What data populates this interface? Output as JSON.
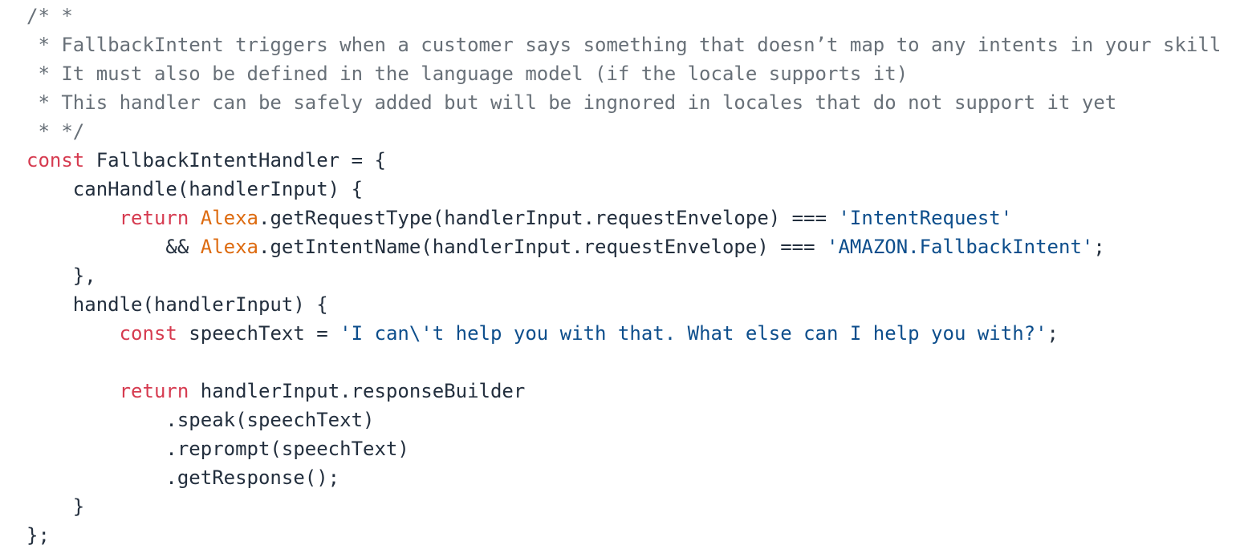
{
  "colors": {
    "background": "#ffffff",
    "default_text": "#232f3e",
    "comment": "#687078",
    "keyword": "#d63b50",
    "support_class": "#dd6b10",
    "string": "#0d4e8c"
  },
  "code": {
    "language": "javascript",
    "lines": [
      {
        "tokens": [
          {
            "type": "comment",
            "text": "/* *"
          }
        ]
      },
      {
        "tokens": [
          {
            "type": "comment",
            "text": " * FallbackIntent triggers when a customer says something that doesn’t map to any intents in your skill"
          }
        ]
      },
      {
        "tokens": [
          {
            "type": "comment",
            "text": " * It must also be defined in the language model (if the locale supports it)"
          }
        ]
      },
      {
        "tokens": [
          {
            "type": "comment",
            "text": " * This handler can be safely added but will be ingnored in locales that do not support it yet"
          }
        ]
      },
      {
        "tokens": [
          {
            "type": "comment",
            "text": " * */"
          }
        ]
      },
      {
        "tokens": [
          {
            "type": "keyword",
            "text": "const"
          },
          {
            "type": "default",
            "text": " FallbackIntentHandler = {"
          }
        ]
      },
      {
        "tokens": [
          {
            "type": "default",
            "text": "    canHandle(handlerInput) {"
          }
        ]
      },
      {
        "tokens": [
          {
            "type": "default",
            "text": "        "
          },
          {
            "type": "keyword",
            "text": "return"
          },
          {
            "type": "default",
            "text": " "
          },
          {
            "type": "class",
            "text": "Alexa"
          },
          {
            "type": "default",
            "text": ".getRequestType(handlerInput.requestEnvelope) === "
          },
          {
            "type": "string",
            "text": "'IntentRequest'"
          }
        ]
      },
      {
        "tokens": [
          {
            "type": "default",
            "text": "            && "
          },
          {
            "type": "class",
            "text": "Alexa"
          },
          {
            "type": "default",
            "text": ".getIntentName(handlerInput.requestEnvelope) === "
          },
          {
            "type": "string",
            "text": "'AMAZON.FallbackIntent'"
          },
          {
            "type": "default",
            "text": ";"
          }
        ]
      },
      {
        "tokens": [
          {
            "type": "default",
            "text": "    },"
          }
        ]
      },
      {
        "tokens": [
          {
            "type": "default",
            "text": "    handle(handlerInput) {"
          }
        ]
      },
      {
        "tokens": [
          {
            "type": "default",
            "text": "        "
          },
          {
            "type": "keyword",
            "text": "const"
          },
          {
            "type": "default",
            "text": " speechText = "
          },
          {
            "type": "string",
            "text": "'I can\\'t help you with that. What else can I help you with?'"
          },
          {
            "type": "default",
            "text": ";"
          }
        ]
      },
      {
        "tokens": []
      },
      {
        "tokens": [
          {
            "type": "default",
            "text": "        "
          },
          {
            "type": "keyword",
            "text": "return"
          },
          {
            "type": "default",
            "text": " handlerInput.responseBuilder"
          }
        ]
      },
      {
        "tokens": [
          {
            "type": "default",
            "text": "            .speak(speechText)"
          }
        ]
      },
      {
        "tokens": [
          {
            "type": "default",
            "text": "            .reprompt(speechText)"
          }
        ]
      },
      {
        "tokens": [
          {
            "type": "default",
            "text": "            .getResponse();"
          }
        ]
      },
      {
        "tokens": [
          {
            "type": "default",
            "text": "    }"
          }
        ]
      },
      {
        "tokens": [
          {
            "type": "default",
            "text": "};"
          }
        ]
      }
    ]
  }
}
